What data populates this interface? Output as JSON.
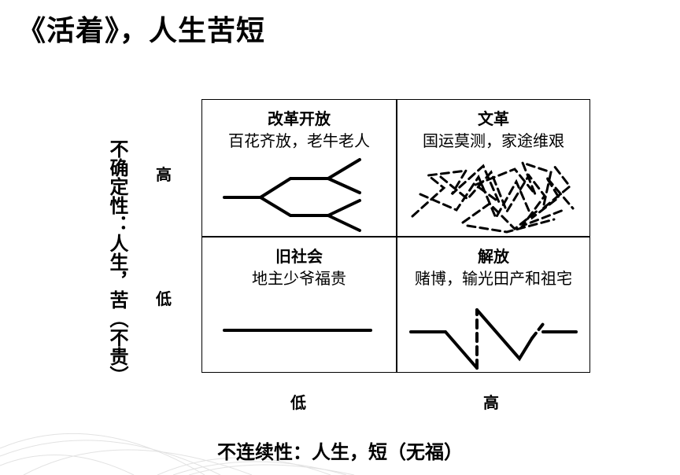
{
  "title": "《活着》，人生苦短",
  "y_axis": {
    "label": "不确定性：人生，苦（不贵）",
    "ticks": {
      "high": "高",
      "low": "低"
    }
  },
  "x_axis": {
    "label": "不连续性：人生，短（无福）",
    "ticks": {
      "low": "低",
      "high": "高"
    }
  },
  "quadrants": {
    "top_left": {
      "title": "改革开放",
      "subtitle": "百花齐放，老牛老人",
      "icon": "branching-lines-icon"
    },
    "top_right": {
      "title": "文革",
      "subtitle": "国运莫测，家途维艰",
      "icon": "scribble-icon"
    },
    "bottom_left": {
      "title": "旧社会",
      "subtitle": "地主少爷福贵",
      "icon": "flat-line-icon"
    },
    "bottom_right": {
      "title": "解放",
      "subtitle": "赌博，输光田产和祖宅",
      "icon": "broken-zigzag-icon"
    }
  }
}
